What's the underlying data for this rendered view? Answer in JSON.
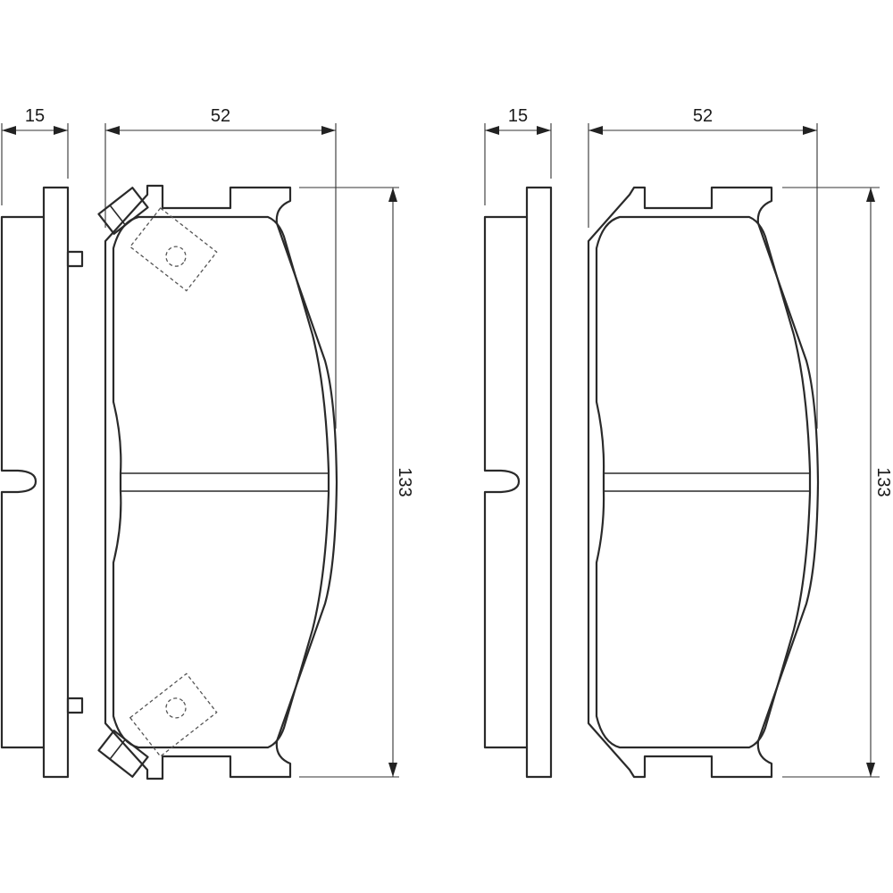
{
  "dimensions": {
    "left_thickness": "15",
    "left_width": "52",
    "left_height": "133",
    "right_thickness": "15",
    "right_width": "52",
    "right_height": "133"
  }
}
